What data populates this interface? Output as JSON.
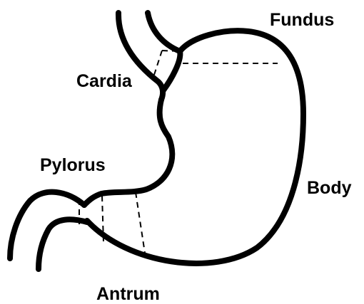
{
  "colors": {
    "outline": "#000000",
    "divider": "#000000",
    "background": "#ffffff"
  },
  "labels": {
    "fundus": "Fundus",
    "cardia": "Cardia",
    "pylorus": "Pylorus",
    "body": "Body",
    "antrum": "Antrum"
  }
}
